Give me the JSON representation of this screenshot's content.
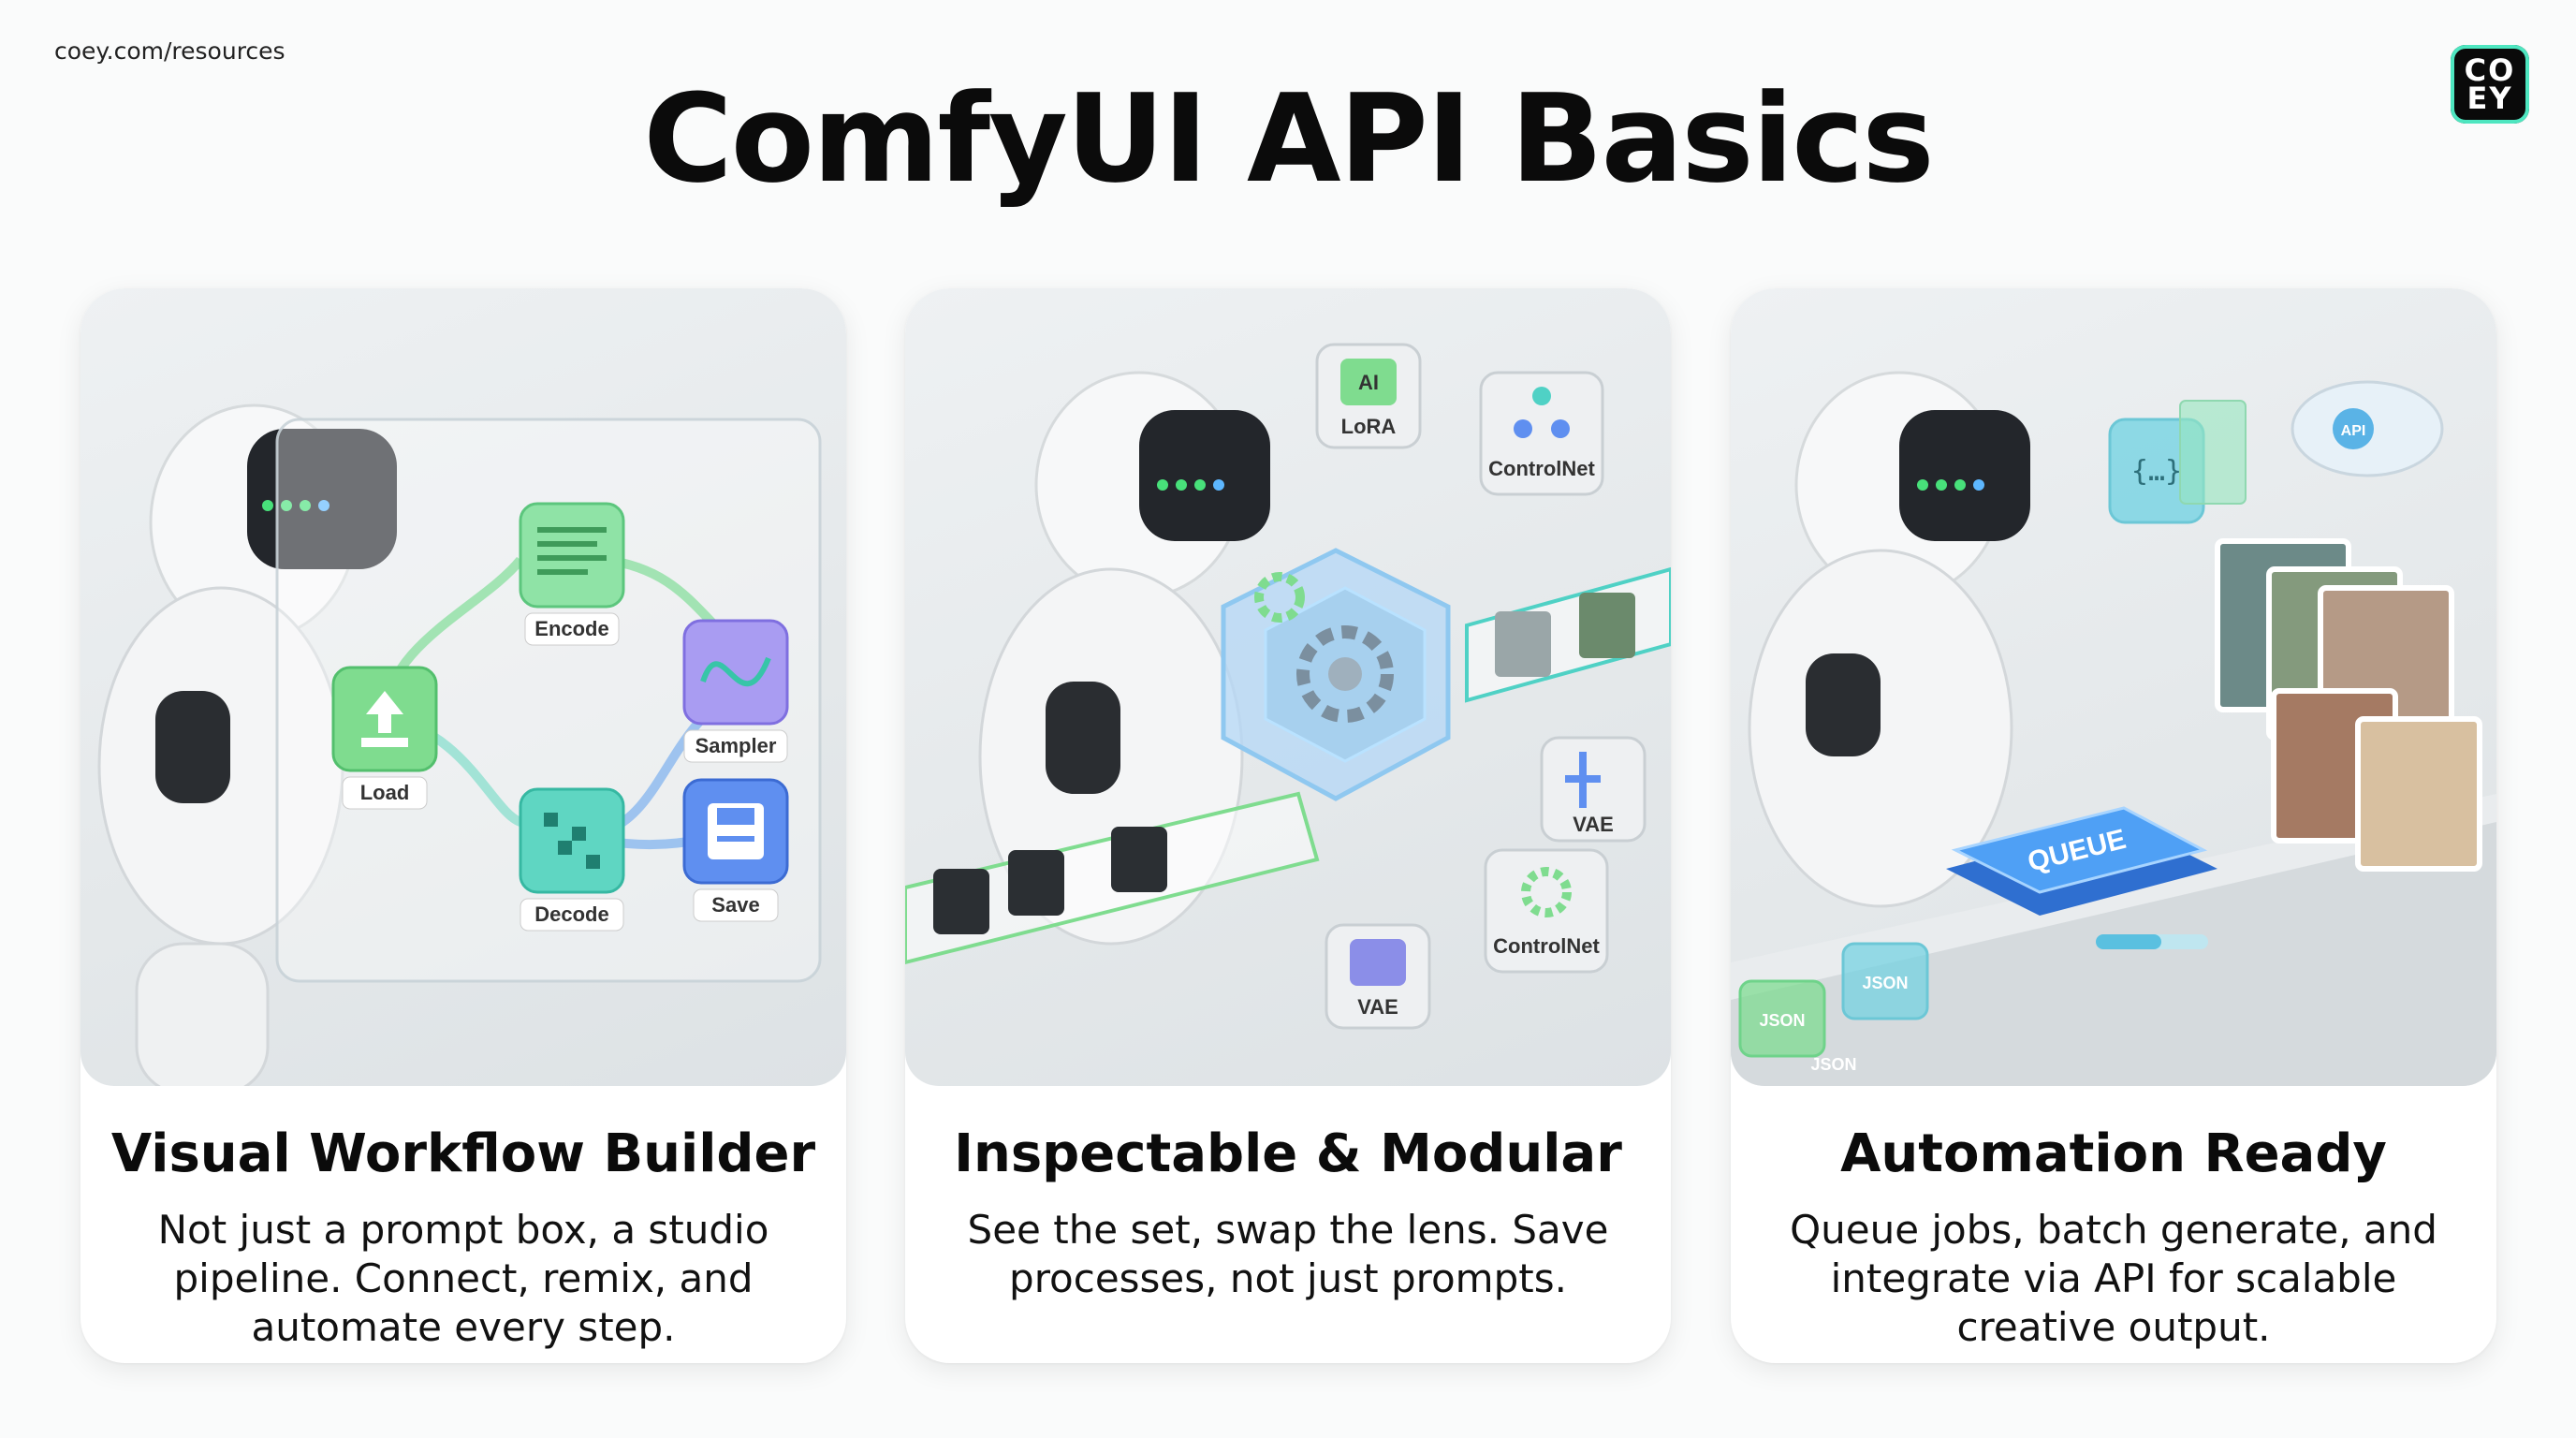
{
  "source_url": "coey.com/resources",
  "logo": {
    "line1": "CO",
    "line2": "EY"
  },
  "title": "ComfyUI API Basics",
  "cards": [
    {
      "title": "Visual Workflow Builder",
      "description": "Not just a prompt box, a studio pipeline. Connect, remix, and automate every step.",
      "illustration": {
        "nodes": [
          "Encode",
          "Load",
          "Sampler",
          "Decode",
          "Save"
        ]
      }
    },
    {
      "title": "Inspectable & Modular",
      "description": "See the set, swap the lens. Save processes, not just prompts.",
      "illustration": {
        "tiles": [
          "AI",
          "LoRA",
          "ControlNet",
          "VAE",
          "ControlNet",
          "VAE"
        ]
      }
    },
    {
      "title": "Automation Ready",
      "description": "Queue jobs, batch generate, and integrate via API for scalable creative output.",
      "illustration": {
        "button": "QUEUE",
        "cloud": "API",
        "json_labels": [
          "JSON",
          "JSON",
          "JSON"
        ]
      }
    }
  ],
  "colors": {
    "green": "#7fdc8f",
    "teal": "#4fd1c5",
    "purple": "#9b8cf0",
    "blue": "#5b8ff0",
    "queue_blue": "#3d8ff0"
  }
}
